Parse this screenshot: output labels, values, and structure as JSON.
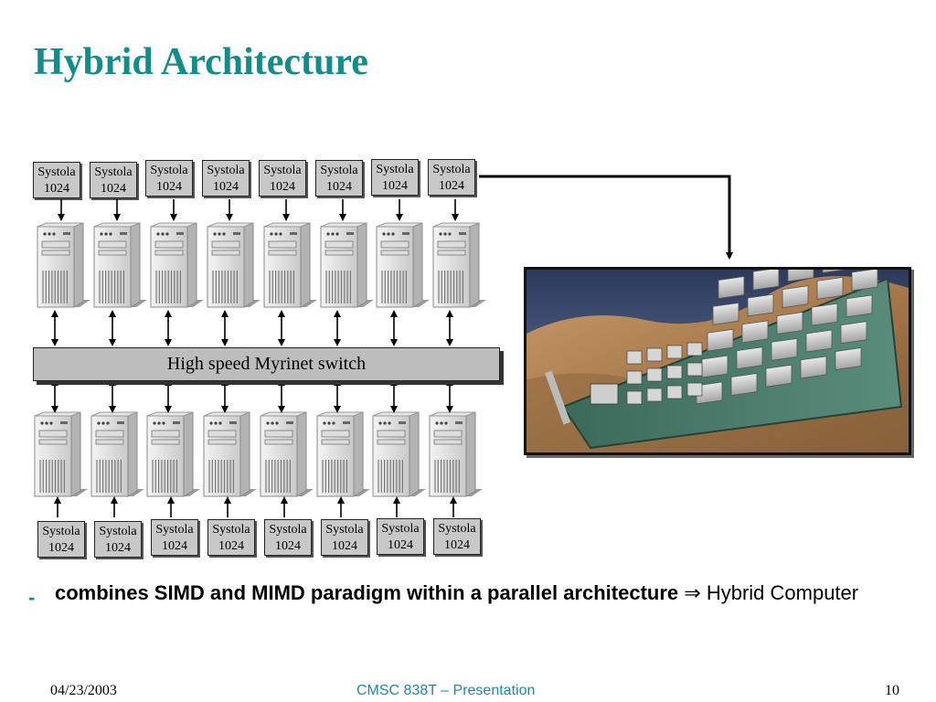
{
  "slide": {
    "title": "Hybrid Architecture",
    "switch_label": "High speed Myrinet switch",
    "top_boxes": [
      {
        "line1": "Systola",
        "line2": "1024"
      },
      {
        "line1": "Systola",
        "line2": "1024"
      },
      {
        "line1": "Systola",
        "line2": "1024"
      },
      {
        "line1": "Systola",
        "line2": "1024"
      },
      {
        "line1": "Systola",
        "line2": "1024"
      },
      {
        "line1": "Systola",
        "line2": "1024"
      },
      {
        "line1": "Systola",
        "line2": "1024"
      },
      {
        "line1": "Systola",
        "line2": "1024"
      }
    ],
    "bottom_boxes": [
      {
        "line1": "Systola",
        "line2": "1024"
      },
      {
        "line1": "Systola",
        "line2": "1024"
      },
      {
        "line1": "Systola",
        "line2": "1024"
      },
      {
        "line1": "Systola",
        "line2": "1024"
      },
      {
        "line1": "Systola",
        "line2": "1024"
      },
      {
        "line1": "Systola",
        "line2": "1024"
      },
      {
        "line1": "Systola",
        "line2": "1024"
      },
      {
        "line1": "Systola",
        "line2": "1024"
      }
    ],
    "bullet": {
      "marker": "-",
      "bold_text": "combines SIMD and MIMD paradigm within a parallel architecture",
      "arrow": "⇒",
      "result": "Hybrid Computer"
    },
    "footer": {
      "date": "04/23/2003",
      "center": "CMSC 838T – Presentation",
      "page": "10"
    },
    "colors": {
      "title": "#138c8c",
      "footer_center": "#1a8aa8",
      "box_fill": "#c8c8c8",
      "switch_fill": "#bdbdbd"
    }
  }
}
